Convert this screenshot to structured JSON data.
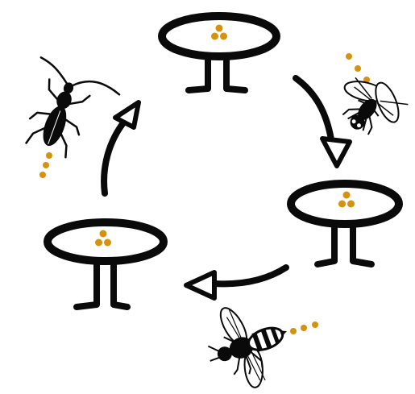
{
  "diagram": {
    "kind": "cycle",
    "colors": {
      "ink": "#0a0a0a",
      "pollen": "#d4920f",
      "background": "#ffffff",
      "wing": "#ffffff"
    },
    "stations": [
      {
        "id": "top",
        "icon": "flower-table-icon",
        "pollen_count": 3
      },
      {
        "id": "right",
        "icon": "flower-table-icon",
        "pollen_count": 3
      },
      {
        "id": "left",
        "icon": "flower-table-icon",
        "pollen_count": 3
      }
    ],
    "visitors": [
      {
        "id": "fly",
        "icon": "fly-icon",
        "pollen_trail_dots": 3
      },
      {
        "id": "bee",
        "icon": "bee-icon",
        "pollen_trail_dots": 3
      },
      {
        "id": "beetle",
        "icon": "beetle-icon",
        "pollen_trail_dots": 3
      }
    ],
    "arrows": [
      {
        "from": "top",
        "to": "right",
        "direction": "clockwise"
      },
      {
        "from": "right",
        "to": "left",
        "direction": "clockwise"
      },
      {
        "from": "left",
        "to": "top",
        "direction": "clockwise"
      }
    ]
  }
}
